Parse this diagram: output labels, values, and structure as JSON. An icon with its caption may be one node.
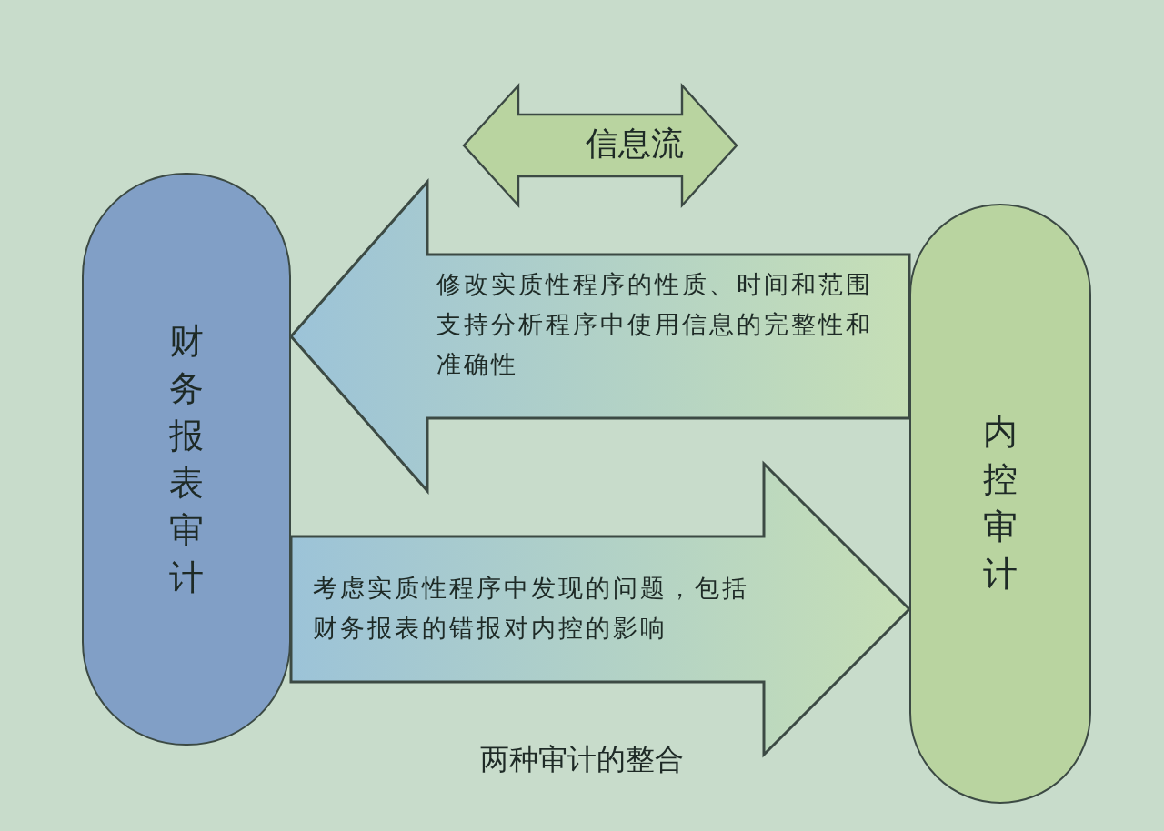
{
  "diagram": {
    "caption": "两种审计的整合",
    "nodes": [
      {
        "text": [
          "财务报表审计"
        ]
      },
      {
        "text": [
          "内控审计"
        ]
      }
    ],
    "edges": [
      {
        "from": 1,
        "to": 0,
        "arrow": "to",
        "label": "修改实质性程序的性质、时间和范围支持分析程序中使用信息的完整性和准确性"
      },
      {
        "from": 0,
        "to": 1,
        "arrow": "to",
        "label": "考虑实质性程序中发现的问题，包括财务报表的错报对内控的影响"
      }
    ],
    "legend": [
      {
        "text": "信息流"
      }
    ]
  }
}
